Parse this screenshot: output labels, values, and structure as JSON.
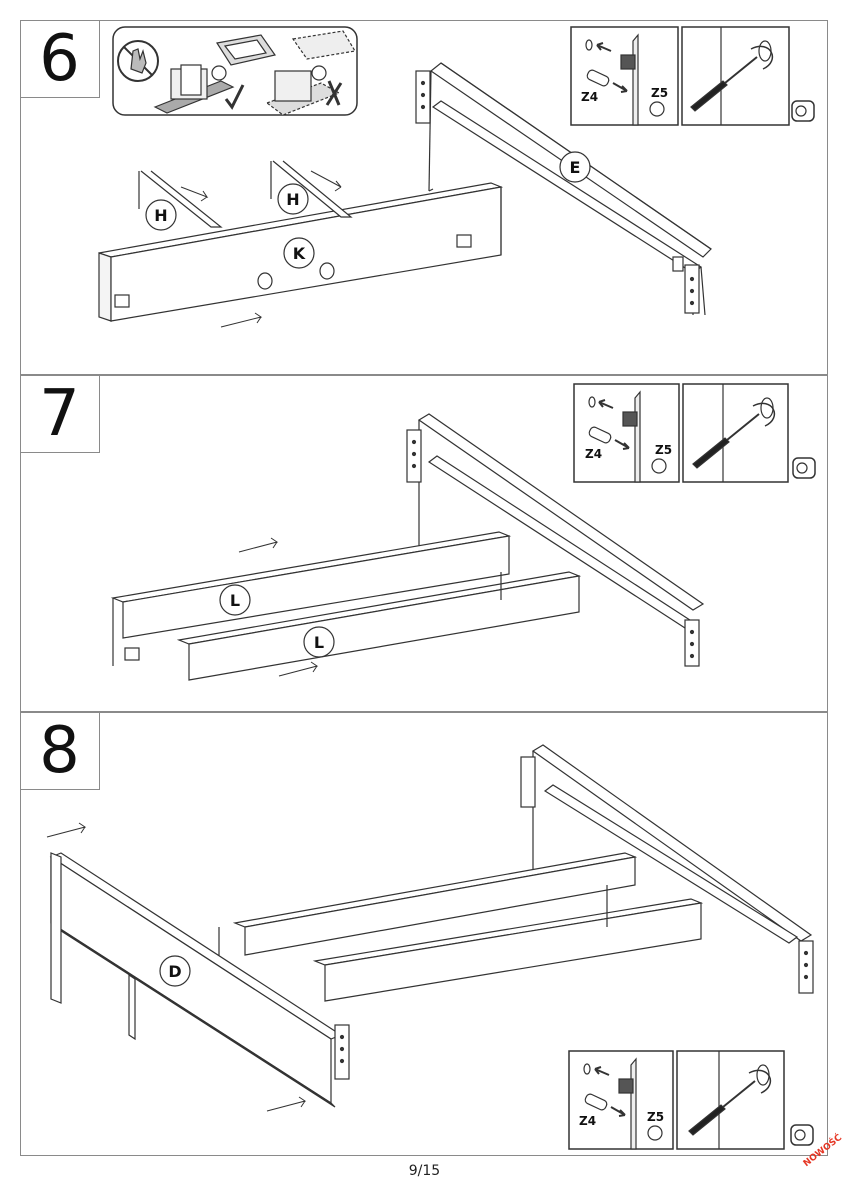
{
  "steps": [
    {
      "number": "6",
      "parts": [
        "H",
        "H",
        "K",
        "E"
      ],
      "hardware": [
        "Z4",
        "Z5"
      ]
    },
    {
      "number": "7",
      "parts": [
        "L",
        "L"
      ],
      "hardware": [
        "Z4",
        "Z5"
      ]
    },
    {
      "number": "8",
      "parts": [
        "D"
      ],
      "hardware": [
        "Z4",
        "Z5"
      ]
    }
  ],
  "page_number": "9/15",
  "badge": "NOWOŚĆ"
}
